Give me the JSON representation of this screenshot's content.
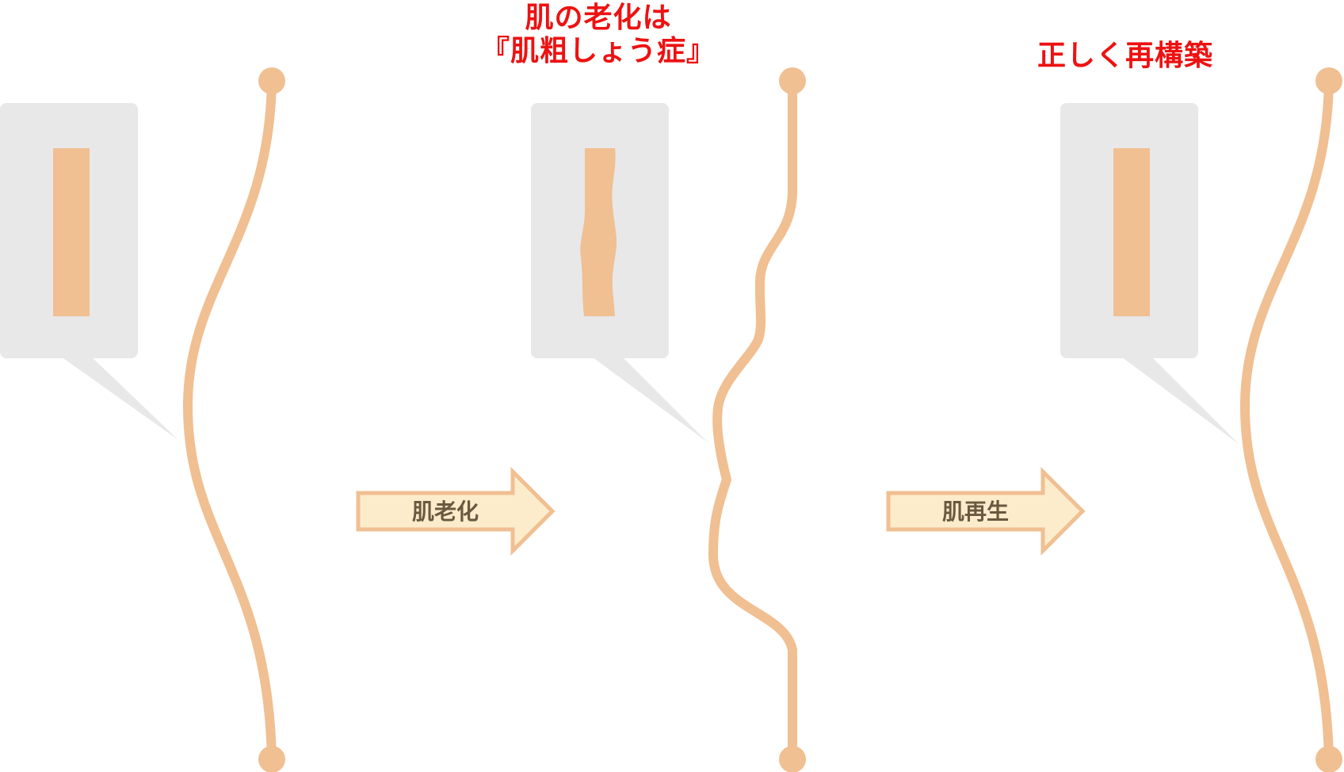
{
  "titles": {
    "aging_line1": "肌の老化は",
    "aging_line2": "『肌粗しょう症』",
    "restore": "正しく再構築"
  },
  "arrows": {
    "aging": "肌老化",
    "regeneration": "肌再生"
  },
  "colors": {
    "skin": "#f0bf92",
    "callout_bg": "#e8e8e8",
    "arrow_fill": "#fdeccb",
    "arrow_stroke": "#f0bf92",
    "title_red": "#ee1111",
    "arrow_text": "#6b5840"
  }
}
